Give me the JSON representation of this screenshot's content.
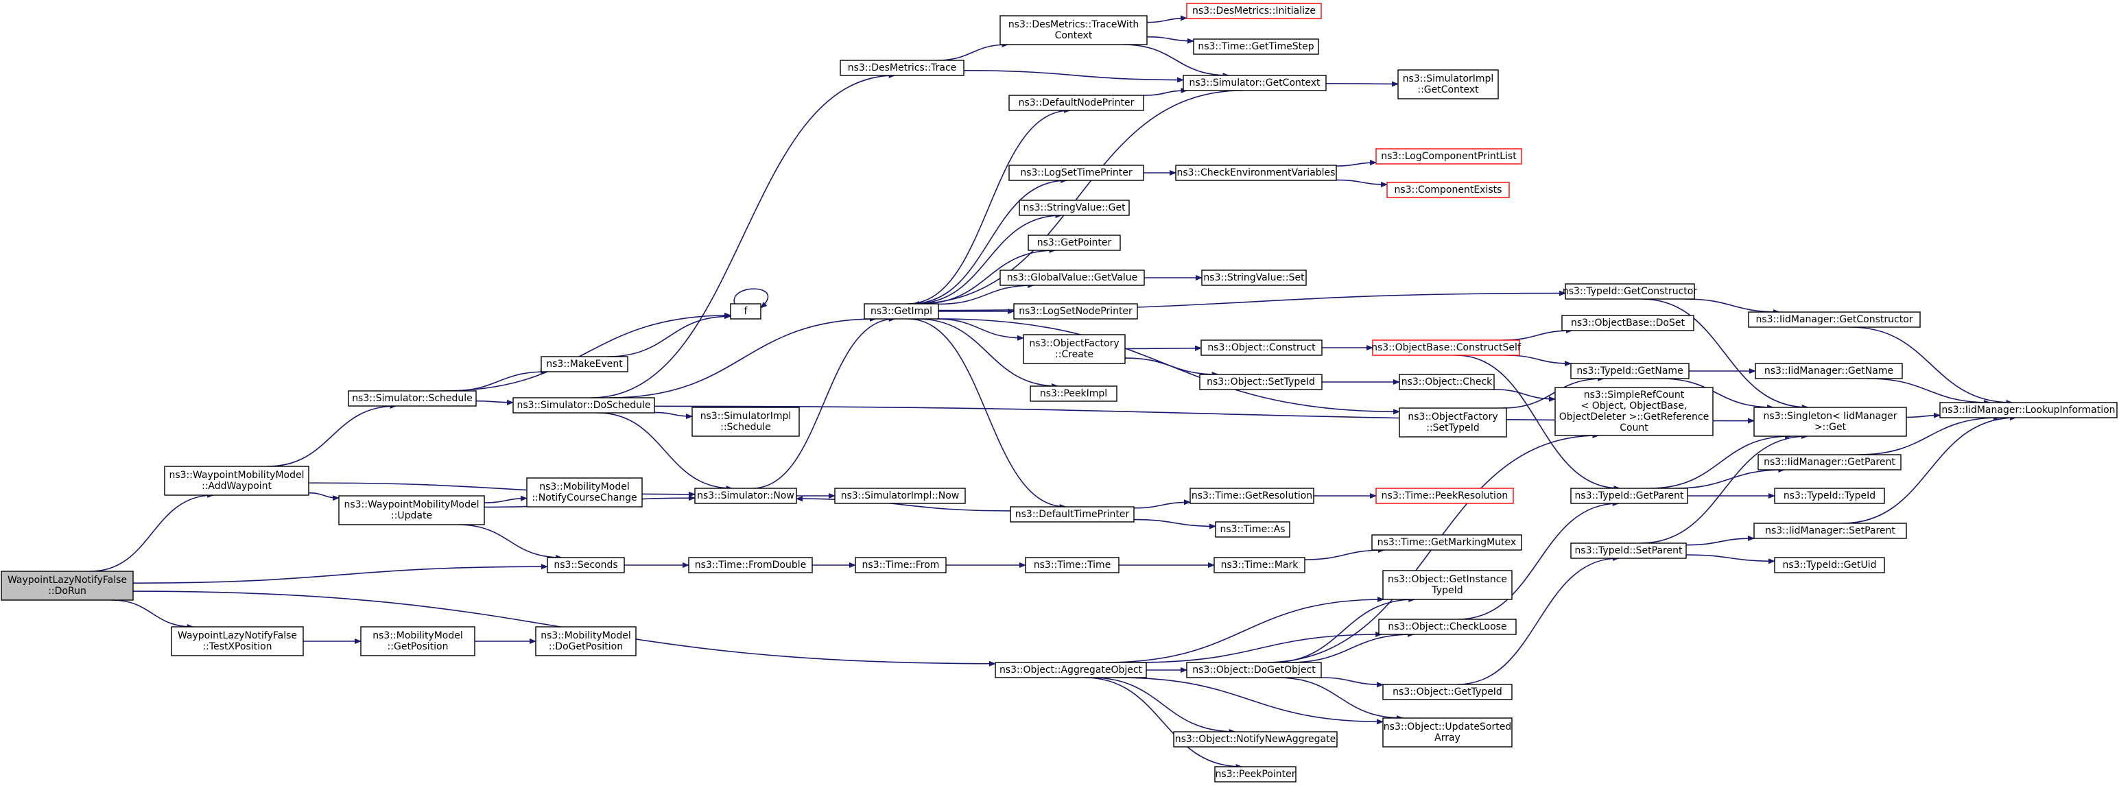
{
  "graph": {
    "title": "",
    "colors": {
      "edge": "#191970",
      "node_border": "#000000",
      "truncated_border": "#ff0000",
      "root_fill": "#bfbfbf",
      "node_fill": "#ffffff"
    },
    "nodes": [
      {
        "id": "root",
        "lines": [
          "WaypointLazyNotifyFalse",
          "::DoRun"
        ],
        "style": "root"
      },
      {
        "id": "addwp",
        "lines": [
          "ns3::WaypointMobilityModel",
          "::AddWaypoint"
        ]
      },
      {
        "id": "wpupdate",
        "lines": [
          "ns3::WaypointMobilityModel",
          "::Update"
        ]
      },
      {
        "id": "testx",
        "lines": [
          "WaypointLazyNotifyFalse",
          "::TestXPosition"
        ]
      },
      {
        "id": "getpos",
        "lines": [
          "ns3::MobilityModel",
          "::GetPosition"
        ]
      },
      {
        "id": "dogetpos",
        "lines": [
          "ns3::MobilityModel",
          "::DoGetPosition"
        ]
      },
      {
        "id": "notifycc",
        "lines": [
          "ns3::MobilityModel",
          "::NotifyCourseChange"
        ]
      },
      {
        "id": "schedule",
        "lines": [
          "ns3::Simulator::Schedule"
        ]
      },
      {
        "id": "makeevent",
        "lines": [
          "ns3::MakeEvent"
        ]
      },
      {
        "id": "f",
        "lines": [
          "f"
        ]
      },
      {
        "id": "doschedule",
        "lines": [
          "ns3::Simulator::DoSchedule"
        ]
      },
      {
        "id": "simimplsched",
        "lines": [
          "ns3::SimulatorImpl",
          "::Schedule"
        ]
      },
      {
        "id": "simnow",
        "lines": [
          "ns3::Simulator::Now"
        ]
      },
      {
        "id": "simimplnow",
        "lines": [
          "ns3::SimulatorImpl::Now"
        ]
      },
      {
        "id": "seconds",
        "lines": [
          "ns3::Seconds"
        ]
      },
      {
        "id": "fromdouble",
        "lines": [
          "ns3::Time::FromDouble"
        ]
      },
      {
        "id": "timefrom",
        "lines": [
          "ns3::Time::From"
        ]
      },
      {
        "id": "timetime",
        "lines": [
          "ns3::Time::Time"
        ]
      },
      {
        "id": "timemark",
        "lines": [
          "ns3::Time::Mark"
        ]
      },
      {
        "id": "mutex",
        "lines": [
          "ns3::Time::GetMarkingMutex"
        ]
      },
      {
        "id": "destrace",
        "lines": [
          "ns3::DesMetrics::Trace"
        ]
      },
      {
        "id": "tracewith",
        "lines": [
          "ns3::DesMetrics::TraceWith",
          "Context"
        ]
      },
      {
        "id": "desinit",
        "lines": [
          "ns3::DesMetrics::Initialize"
        ],
        "style": "trunc"
      },
      {
        "id": "timestep",
        "lines": [
          "ns3::Time::GetTimeStep"
        ]
      },
      {
        "id": "getcontext",
        "lines": [
          "ns3::Simulator::GetContext"
        ]
      },
      {
        "id": "implctx",
        "lines": [
          "ns3::SimulatorImpl",
          "::GetContext"
        ]
      },
      {
        "id": "getimpl",
        "lines": [
          "ns3::GetImpl"
        ]
      },
      {
        "id": "defnodeprinter",
        "lines": [
          "ns3::DefaultNodePrinter"
        ]
      },
      {
        "id": "logsettime",
        "lines": [
          "ns3::LogSetTimePrinter"
        ]
      },
      {
        "id": "checkenv",
        "lines": [
          "ns3::CheckEnvironmentVariables"
        ]
      },
      {
        "id": "logcomplist",
        "lines": [
          "ns3::LogComponentPrintList"
        ],
        "style": "trunc"
      },
      {
        "id": "compexists",
        "lines": [
          "ns3::ComponentExists"
        ],
        "style": "trunc"
      },
      {
        "id": "strvalget",
        "lines": [
          "ns3::StringValue::Get"
        ]
      },
      {
        "id": "getpointer",
        "lines": [
          "ns3::GetPointer"
        ]
      },
      {
        "id": "gvgetvalue",
        "lines": [
          "ns3::GlobalValue::GetValue"
        ]
      },
      {
        "id": "strvalset",
        "lines": [
          "ns3::StringValue::Set"
        ]
      },
      {
        "id": "logsetnode",
        "lines": [
          "ns3::LogSetNodePrinter"
        ]
      },
      {
        "id": "ofcreate",
        "lines": [
          "ns3::ObjectFactory",
          "::Create"
        ]
      },
      {
        "id": "peekimpl",
        "lines": [
          "ns3::PeekImpl"
        ]
      },
      {
        "id": "deftimeprinter",
        "lines": [
          "ns3::DefaultTimePrinter"
        ]
      },
      {
        "id": "getres",
        "lines": [
          "ns3::Time::GetResolution"
        ]
      },
      {
        "id": "peekres",
        "lines": [
          "ns3::Time::PeekResolution"
        ],
        "style": "trunc"
      },
      {
        "id": "timeas",
        "lines": [
          "ns3::Time::As"
        ]
      },
      {
        "id": "objconstruct",
        "lines": [
          "ns3::Object::Construct"
        ]
      },
      {
        "id": "constructself",
        "lines": [
          "ns3::ObjectBase::ConstructSelf"
        ],
        "style": "trunc"
      },
      {
        "id": "doset",
        "lines": [
          "ns3::ObjectBase::DoSet"
        ]
      },
      {
        "id": "objsettypeid",
        "lines": [
          "ns3::Object::SetTypeId"
        ]
      },
      {
        "id": "objcheck",
        "lines": [
          "ns3::Object::Check"
        ]
      },
      {
        "id": "ofsettypeid",
        "lines": [
          "ns3::ObjectFactory",
          "::SetTypeId"
        ]
      },
      {
        "id": "getconstructor",
        "lines": [
          "ns3::TypeId::GetConstructor"
        ]
      },
      {
        "id": "iidgetconstructor",
        "lines": [
          "ns3::IidManager::GetConstructor"
        ]
      },
      {
        "id": "typeidgetname",
        "lines": [
          "ns3::TypeId::GetName"
        ]
      },
      {
        "id": "iidgetname",
        "lines": [
          "ns3::IidManager::GetName"
        ]
      },
      {
        "id": "refcount",
        "lines": [
          "ns3::SimpleRefCount",
          "< Object, ObjectBase,",
          "ObjectDeleter >::GetReference",
          "Count"
        ]
      },
      {
        "id": "singleton",
        "lines": [
          "ns3::Singleton< IidManager",
          " >::Get"
        ]
      },
      {
        "id": "lookup",
        "lines": [
          "ns3::IidManager::LookupInformation"
        ]
      },
      {
        "id": "typeidgetparent",
        "lines": [
          "ns3::TypeId::GetParent"
        ]
      },
      {
        "id": "iidgetparent",
        "lines": [
          "ns3::IidManager::GetParent"
        ]
      },
      {
        "id": "typeidtypeid",
        "lines": [
          "ns3::TypeId::TypeId"
        ]
      },
      {
        "id": "typeidsetparent",
        "lines": [
          "ns3::TypeId::SetParent"
        ]
      },
      {
        "id": "iidsetparent",
        "lines": [
          "ns3::IidManager::SetParent"
        ]
      },
      {
        "id": "getuid",
        "lines": [
          "ns3::TypeId::GetUid"
        ]
      },
      {
        "id": "aggregate",
        "lines": [
          "ns3::Object::AggregateObject"
        ]
      },
      {
        "id": "dogetobject",
        "lines": [
          "ns3::Object::DoGetObject"
        ]
      },
      {
        "id": "getinstancetid",
        "lines": [
          "ns3::Object::GetInstance",
          "TypeId"
        ]
      },
      {
        "id": "checkloose",
        "lines": [
          "ns3::Object::CheckLoose"
        ]
      },
      {
        "id": "objgettypeid",
        "lines": [
          "ns3::Object::GetTypeId"
        ]
      },
      {
        "id": "updatesorted",
        "lines": [
          "ns3::Object::UpdateSorted",
          "Array"
        ]
      },
      {
        "id": "notifynewagg",
        "lines": [
          "ns3::Object::NotifyNewAggregate"
        ]
      },
      {
        "id": "peekpointer",
        "lines": [
          "ns3::PeekPointer"
        ]
      }
    ],
    "edges": [
      [
        "root",
        "addwp"
      ],
      [
        "root",
        "testx"
      ],
      [
        "root",
        "seconds"
      ],
      [
        "root",
        "aggregate"
      ],
      [
        "addwp",
        "schedule"
      ],
      [
        "addwp",
        "wpupdate"
      ],
      [
        "addwp",
        "simnow"
      ],
      [
        "wpupdate",
        "notifycc"
      ],
      [
        "wpupdate",
        "simnow"
      ],
      [
        "wpupdate",
        "seconds"
      ],
      [
        "testx",
        "getpos"
      ],
      [
        "getpos",
        "dogetpos"
      ],
      [
        "schedule",
        "f"
      ],
      [
        "schedule",
        "makeevent"
      ],
      [
        "schedule",
        "doschedule"
      ],
      [
        "makeevent",
        "f"
      ],
      [
        "f",
        "f"
      ],
      [
        "doschedule",
        "destrace"
      ],
      [
        "doschedule",
        "getimpl"
      ],
      [
        "doschedule",
        "simimplsched"
      ],
      [
        "doschedule",
        "simnow"
      ],
      [
        "doschedule",
        "singleton"
      ],
      [
        "simnow",
        "getimpl"
      ],
      [
        "simnow",
        "simimplnow"
      ],
      [
        "seconds",
        "fromdouble"
      ],
      [
        "fromdouble",
        "timefrom"
      ],
      [
        "timefrom",
        "timetime"
      ],
      [
        "timetime",
        "timemark"
      ],
      [
        "timemark",
        "mutex"
      ],
      [
        "destrace",
        "tracewith"
      ],
      [
        "destrace",
        "getcontext"
      ],
      [
        "tracewith",
        "desinit"
      ],
      [
        "tracewith",
        "timestep"
      ],
      [
        "tracewith",
        "getcontext"
      ],
      [
        "getcontext",
        "implctx"
      ],
      [
        "getcontext",
        "getimpl"
      ],
      [
        "defnodeprinter",
        "getcontext"
      ],
      [
        "getimpl",
        "defnodeprinter"
      ],
      [
        "getimpl",
        "logsettime"
      ],
      [
        "getimpl",
        "strvalget"
      ],
      [
        "getimpl",
        "getpointer"
      ],
      [
        "getimpl",
        "gvgetvalue"
      ],
      [
        "getimpl",
        "logsetnode"
      ],
      [
        "getimpl",
        "ofcreate"
      ],
      [
        "getimpl",
        "peekimpl"
      ],
      [
        "getimpl",
        "deftimeprinter"
      ],
      [
        "getimpl",
        "getconstructor"
      ],
      [
        "getimpl",
        "ofsettypeid"
      ],
      [
        "logsettime",
        "checkenv"
      ],
      [
        "checkenv",
        "logcomplist"
      ],
      [
        "checkenv",
        "compexists"
      ],
      [
        "gvgetvalue",
        "strvalset"
      ],
      [
        "ofcreate",
        "objconstruct"
      ],
      [
        "ofcreate",
        "objsettypeid"
      ],
      [
        "objconstruct",
        "constructself"
      ],
      [
        "constructself",
        "doset"
      ],
      [
        "constructself",
        "typeidgetname"
      ],
      [
        "constructself",
        "typeidgetparent"
      ],
      [
        "objsettypeid",
        "objcheck"
      ],
      [
        "objcheck",
        "refcount"
      ],
      [
        "ofsettypeid",
        "typeidgetname"
      ],
      [
        "deftimeprinter",
        "simnow"
      ],
      [
        "deftimeprinter",
        "getres"
      ],
      [
        "deftimeprinter",
        "timeas"
      ],
      [
        "getres",
        "peekres"
      ],
      [
        "getconstructor",
        "iidgetconstructor"
      ],
      [
        "getconstructor",
        "singleton"
      ],
      [
        "iidgetconstructor",
        "lookup"
      ],
      [
        "typeidgetname",
        "iidgetname"
      ],
      [
        "typeidgetname",
        "singleton"
      ],
      [
        "iidgetname",
        "lookup"
      ],
      [
        "singleton",
        "lookup"
      ],
      [
        "typeidgetparent",
        "iidgetparent"
      ],
      [
        "typeidgetparent",
        "singleton"
      ],
      [
        "typeidgetparent",
        "typeidtypeid"
      ],
      [
        "iidgetparent",
        "lookup"
      ],
      [
        "typeidsetparent",
        "iidsetparent"
      ],
      [
        "typeidsetparent",
        "singleton"
      ],
      [
        "typeidsetparent",
        "getuid"
      ],
      [
        "iidsetparent",
        "lookup"
      ],
      [
        "aggregate",
        "dogetobject"
      ],
      [
        "aggregate",
        "getinstancetid"
      ],
      [
        "aggregate",
        "checkloose"
      ],
      [
        "aggregate",
        "updatesorted"
      ],
      [
        "aggregate",
        "notifynewagg"
      ],
      [
        "aggregate",
        "peekpointer"
      ],
      [
        "dogetobject",
        "getinstancetid"
      ],
      [
        "dogetobject",
        "checkloose"
      ],
      [
        "dogetobject",
        "objgettypeid"
      ],
      [
        "dogetobject",
        "updatesorted"
      ],
      [
        "dogetobject",
        "refcount"
      ],
      [
        "checkloose",
        "typeidgetparent"
      ],
      [
        "objgettypeid",
        "typeidsetparent"
      ]
    ]
  }
}
